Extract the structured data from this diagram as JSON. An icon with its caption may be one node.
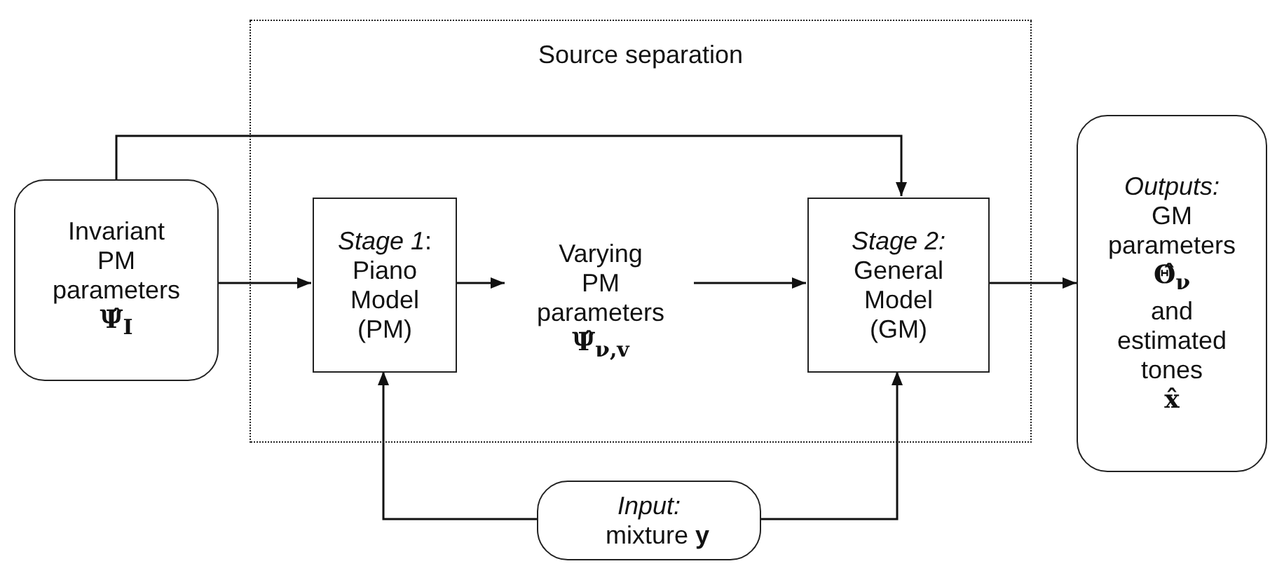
{
  "diagram": {
    "nodes": [
      {
        "text": [
          "Source separation"
        ]
      },
      {
        "text": [
          "Invariant PM parameters",
          "Ψ̂$_{𝐈}$"
        ]
      },
      {
        "text": [
          "*Stage 1*:",
          "Piano Model (PM)"
        ],
        "in": 0
      },
      {
        "text": [
          "Varying PM parameters",
          "Ψ̂$_{ν,𝐯}$"
        ],
        "in": 0
      },
      {
        "text": [
          "Stage 2:",
          "General Model (GM)"
        ],
        "in": 0
      },
      {
        "text": [
          "Outputs:",
          "GM parameters",
          "Θ̂$_{ν}$",
          "and estimated tones",
          "x̂"
        ]
      },
      {
        "text": [
          "Input:",
          "mixture **y**"
        ]
      }
    ],
    "edges": [
      {
        "from": 1,
        "to": 2,
        "arrow": "to"
      },
      {
        "from": 2,
        "to": 3,
        "arrow": "to"
      },
      {
        "from": 3,
        "to": 4,
        "arrow": "to"
      },
      {
        "from": 4,
        "to": 5,
        "arrow": "to"
      },
      {
        "from": 1,
        "to": 4,
        "arrow": "to"
      },
      {
        "from": 6,
        "to": 2,
        "arrow": "to"
      },
      {
        "from": 6,
        "to": 4,
        "arrow": "to"
      }
    ]
  }
}
